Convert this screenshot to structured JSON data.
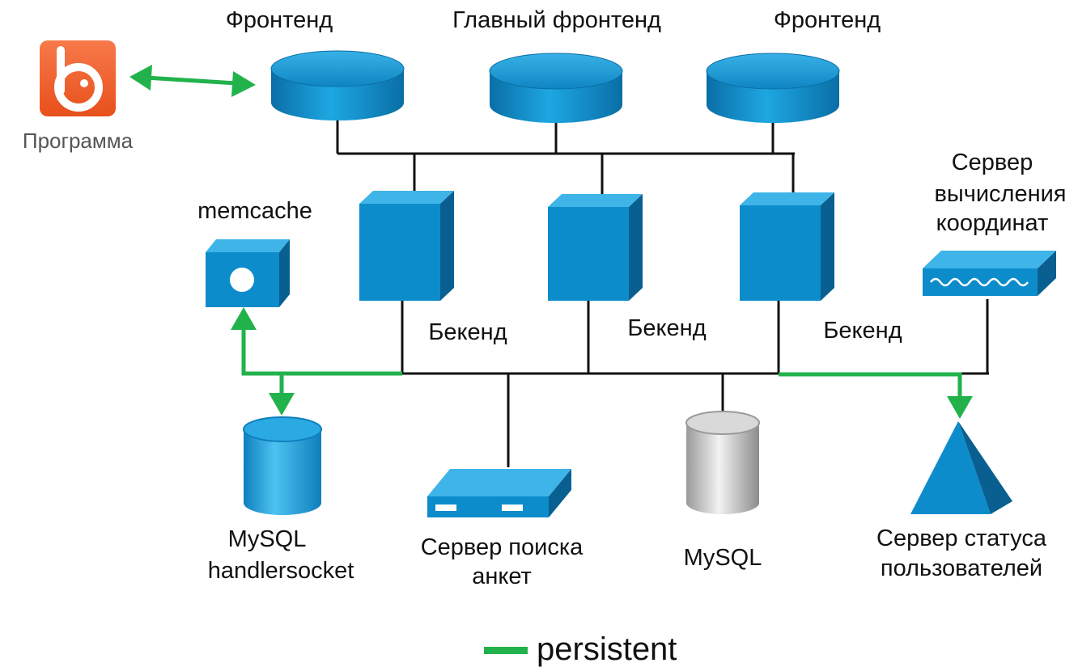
{
  "nodes": {
    "app": {
      "label": "Программа",
      "icon": "badoo-app-icon"
    },
    "frontend_left": {
      "label": "Фронтенд"
    },
    "frontend_main": {
      "label": "Главный фронтенд"
    },
    "frontend_right": {
      "label": "Фронтенд"
    },
    "memcache": {
      "label": "memcache"
    },
    "backend_1": {
      "label": "Бекенд"
    },
    "backend_2": {
      "label": "Бекенд"
    },
    "backend_3": {
      "label": "Бекенд"
    },
    "coord_server": {
      "label_lines": [
        "Сервер",
        "вычисления",
        "координат"
      ]
    },
    "mysql_hs": {
      "label_lines": [
        "MySQL",
        "handlersocket"
      ]
    },
    "search_server": {
      "label_lines": [
        "Сервер поиска",
        "анкет"
      ]
    },
    "mysql": {
      "label": "MySQL"
    },
    "status_server": {
      "label_lines": [
        "Сервер статуса",
        "пользователей"
      ]
    }
  },
  "legend": {
    "label": "persistent",
    "color": "#22b24c"
  },
  "colors": {
    "device_blue": "#0d8ccc",
    "device_blue_dark": "#0a5f91",
    "device_blue_light": "#3fb4e8",
    "persistent_green": "#22b24c",
    "wire": "#111111",
    "app_orange": "#f26522"
  }
}
